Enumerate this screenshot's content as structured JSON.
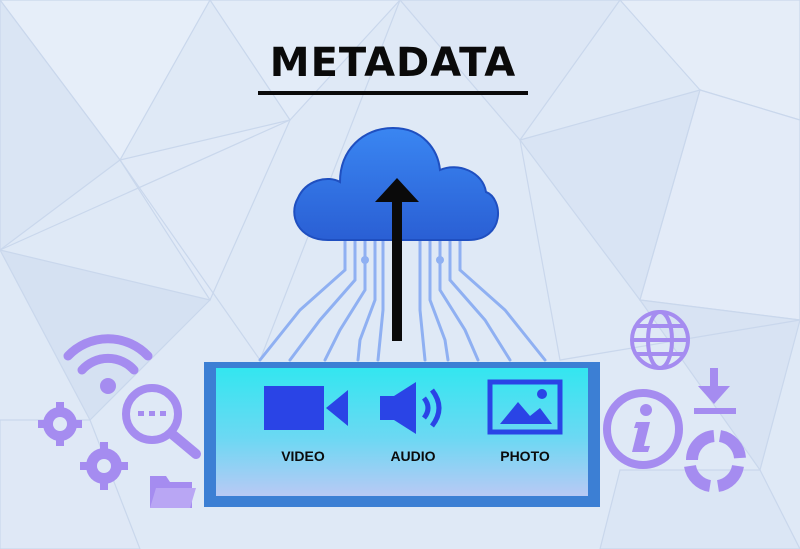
{
  "title": "METADATA",
  "media": {
    "video_label": "VIDEO",
    "audio_label": "AUDIO",
    "photo_label": "PHOTO"
  },
  "colors": {
    "cloud": "#2f6fde",
    "panel_border": "#3c7fd4",
    "panel_fill": "#33e6f0",
    "media_icon": "#2a44e6",
    "accent_icons": "#a58cf0",
    "circuit_lines": "#8fb0f2",
    "arrow": "#0a0a0a"
  },
  "icons": [
    "cloud-icon",
    "upload-arrow-icon",
    "video-camera-icon",
    "speaker-icon",
    "image-icon",
    "wifi-icon",
    "gears-icon",
    "search-icon",
    "folder-icon",
    "globe-icon",
    "info-icon",
    "download-cycle-icon"
  ]
}
